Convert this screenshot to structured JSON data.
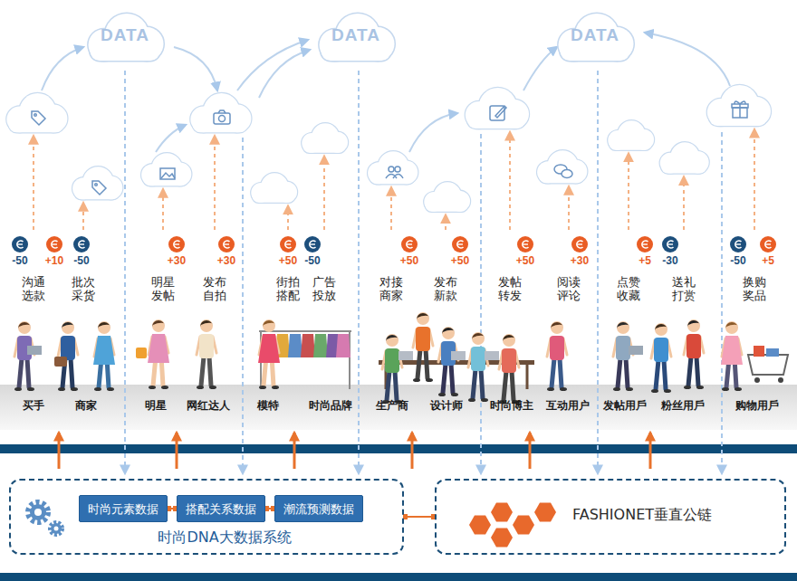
{
  "diagram": {
    "nodes": [
      {
        "text": [
          "DATA"
        ]
      },
      {
        "text": [
          "DATA"
        ]
      },
      {
        "text": [
          "DATA"
        ]
      },
      {
        "text": [
          "时尚DNA大数据系统"
        ]
      },
      {
        "text": [
          "时尚元素数据"
        ],
        "in": 3
      },
      {
        "text": [
          "搭配关系数据"
        ],
        "in": 3
      },
      {
        "text": [
          "潮流预测数据"
        ],
        "in": 3
      },
      {
        "text": [
          "FASHIONET垂直公链"
        ]
      }
    ],
    "edges": [
      {
        "from": 4,
        "to": 5,
        "arrow": "none"
      },
      {
        "from": 5,
        "to": 6,
        "arrow": "none"
      },
      {
        "from": 3,
        "to": 7,
        "arrow": "none"
      }
    ],
    "labels": [
      "-50",
      "+10",
      "-50",
      "+30",
      "+30",
      "+50",
      "-50",
      "+50",
      "+50",
      "+50",
      "+30",
      "+5",
      "-30",
      "-50",
      "+5",
      "沟通 选款",
      "批次 采货",
      "明星 发帖",
      "发布 自拍",
      "街拍 搭配",
      "广告 投放",
      "对接 商家",
      "发布 新款",
      "发帖 转发",
      "阅读 评论",
      "点赞 收藏",
      "送礼 打赏",
      "换购 奖品",
      "买手",
      "商家",
      "明星",
      "网红达人",
      "模特",
      "时尚品牌",
      "生产商",
      "设计师",
      "时尚博主",
      "互动用户",
      "发帖用戶",
      "粉丝用戶",
      "购物用戶"
    ]
  }
}
